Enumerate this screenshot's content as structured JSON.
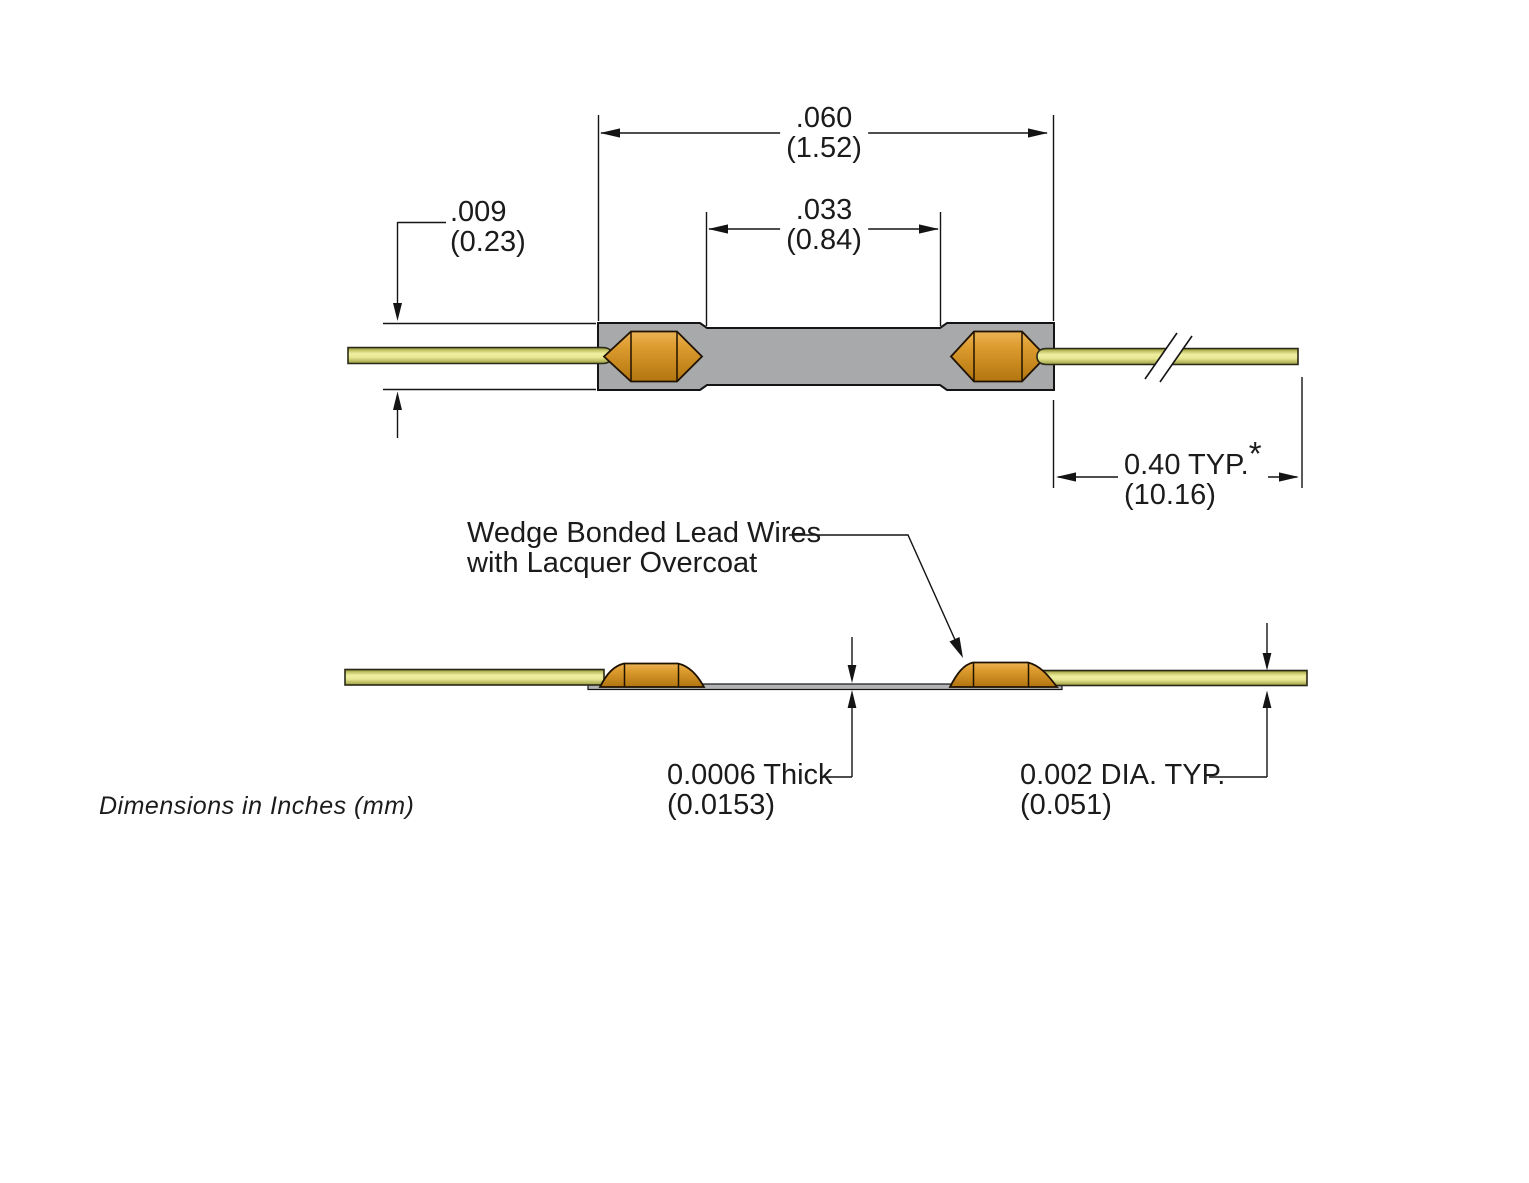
{
  "drawing": {
    "note": "Dimensions in Inches (mm)",
    "top_view": {
      "overall_length": {
        "inches": ".060",
        "mm": "(1.52)"
      },
      "inner_spacing": {
        "inches": ".033",
        "mm": "(0.84)"
      },
      "body_width": {
        "inches": ".009",
        "mm": "(0.23)"
      },
      "lead_length": {
        "inches": "0.40 TYP.",
        "asterisk": "*",
        "mm": "(10.16)"
      }
    },
    "side_view": {
      "bond_callout": {
        "line1": "Wedge Bonded Lead Wires",
        "line2": "with Lacquer Overcoat"
      },
      "substrate_thickness": {
        "inches": "0.0006 Thick",
        "mm": "(0.0153)"
      },
      "wire_diameter": {
        "inches": "0.002 DIA. TYP.",
        "mm": "(0.051)"
      }
    },
    "colors": {
      "body_gray": "#a7a9ab",
      "substrate_gray": "#b0b2b4",
      "bond_gold": "#d99c2e",
      "wire_yellow": "#eeeea0",
      "line_black": "#141414"
    }
  }
}
